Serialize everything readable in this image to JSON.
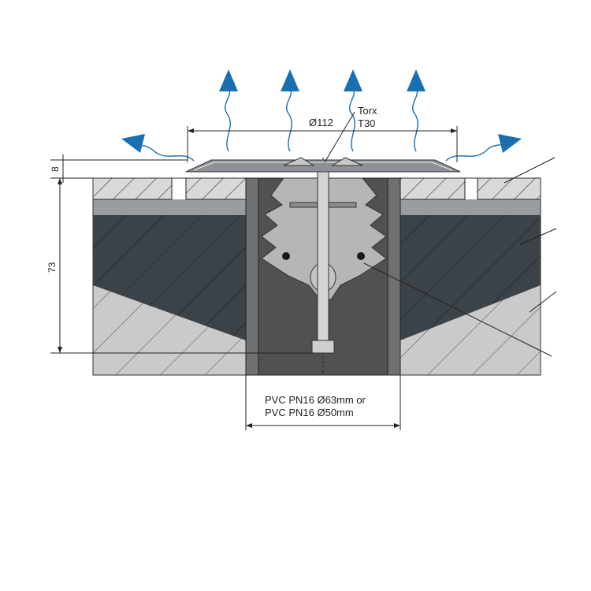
{
  "diagram": {
    "diameter_label": "Ø112",
    "torx_line1": "Torx",
    "torx_line2": "T30",
    "height_small": "8",
    "height_large": "73",
    "pipe_line1": "PVC PN16 Ø63mm or",
    "pipe_line2": "PVC PN16 Ø50mm"
  },
  "colors": {
    "arrow": "#1a6fb0",
    "screed": "#c9c9c9",
    "insulation": "#3c4348",
    "concrete": "#cacaca",
    "pipe": "#5b5b5b",
    "line": "#222222"
  }
}
